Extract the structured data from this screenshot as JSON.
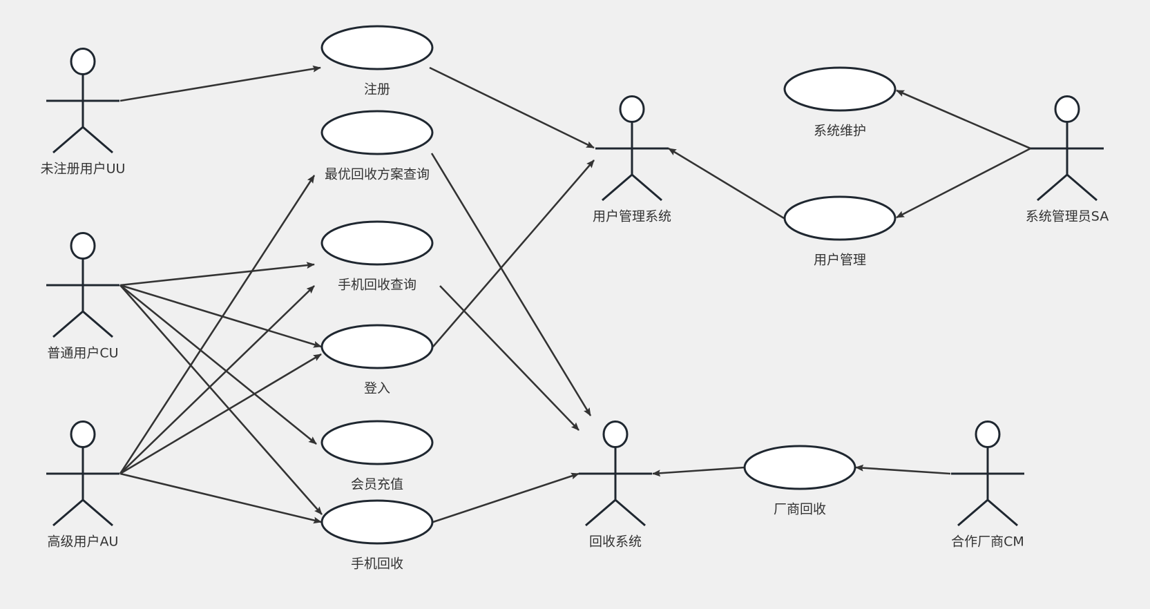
{
  "diagram": {
    "type": "uml-use-case",
    "colors": {
      "background": "#f0f0f0",
      "stroke": "#1f2730",
      "line": "#333333",
      "text": "#333333",
      "fill": "#ffffff"
    },
    "actors": [
      {
        "id": "uu",
        "label": "未注册用户UU"
      },
      {
        "id": "cu",
        "label": "普通用户CU"
      },
      {
        "id": "au",
        "label": "高级用户AU"
      },
      {
        "id": "ums",
        "label": "用户管理系统"
      },
      {
        "id": "rs",
        "label": "回收系统"
      },
      {
        "id": "sa",
        "label": "系统管理员SA"
      },
      {
        "id": "cm",
        "label": "合作厂商CM"
      }
    ],
    "use_cases": [
      {
        "id": "register",
        "label": "注册"
      },
      {
        "id": "best_plan",
        "label": "最优回收方案查询"
      },
      {
        "id": "phone_query",
        "label": "手机回收查询"
      },
      {
        "id": "login",
        "label": "登入"
      },
      {
        "id": "recharge",
        "label": "会员充值"
      },
      {
        "id": "phone_recycle",
        "label": "手机回收"
      },
      {
        "id": "maintenance",
        "label": "系统维护"
      },
      {
        "id": "user_mgmt",
        "label": "用户管理"
      },
      {
        "id": "vendor_recycle",
        "label": "厂商回收"
      }
    ],
    "associations": [
      {
        "from": "uu",
        "to": "register"
      },
      {
        "from": "cu",
        "to": "phone_query"
      },
      {
        "from": "cu",
        "to": "login"
      },
      {
        "from": "cu",
        "to": "recharge"
      },
      {
        "from": "cu",
        "to": "phone_recycle"
      },
      {
        "from": "au",
        "to": "best_plan"
      },
      {
        "from": "au",
        "to": "phone_query"
      },
      {
        "from": "au",
        "to": "login"
      },
      {
        "from": "au",
        "to": "phone_recycle"
      },
      {
        "from": "register",
        "to": "ums"
      },
      {
        "from": "login",
        "to": "ums"
      },
      {
        "from": "best_plan",
        "to": "rs"
      },
      {
        "from": "phone_query",
        "to": "rs"
      },
      {
        "from": "phone_recycle",
        "to": "rs"
      },
      {
        "from": "user_mgmt",
        "to": "ums"
      },
      {
        "from": "sa",
        "to": "maintenance"
      },
      {
        "from": "sa",
        "to": "user_mgmt"
      },
      {
        "from": "vendor_recycle",
        "to": "rs"
      },
      {
        "from": "cm",
        "to": "vendor_recycle"
      }
    ]
  }
}
